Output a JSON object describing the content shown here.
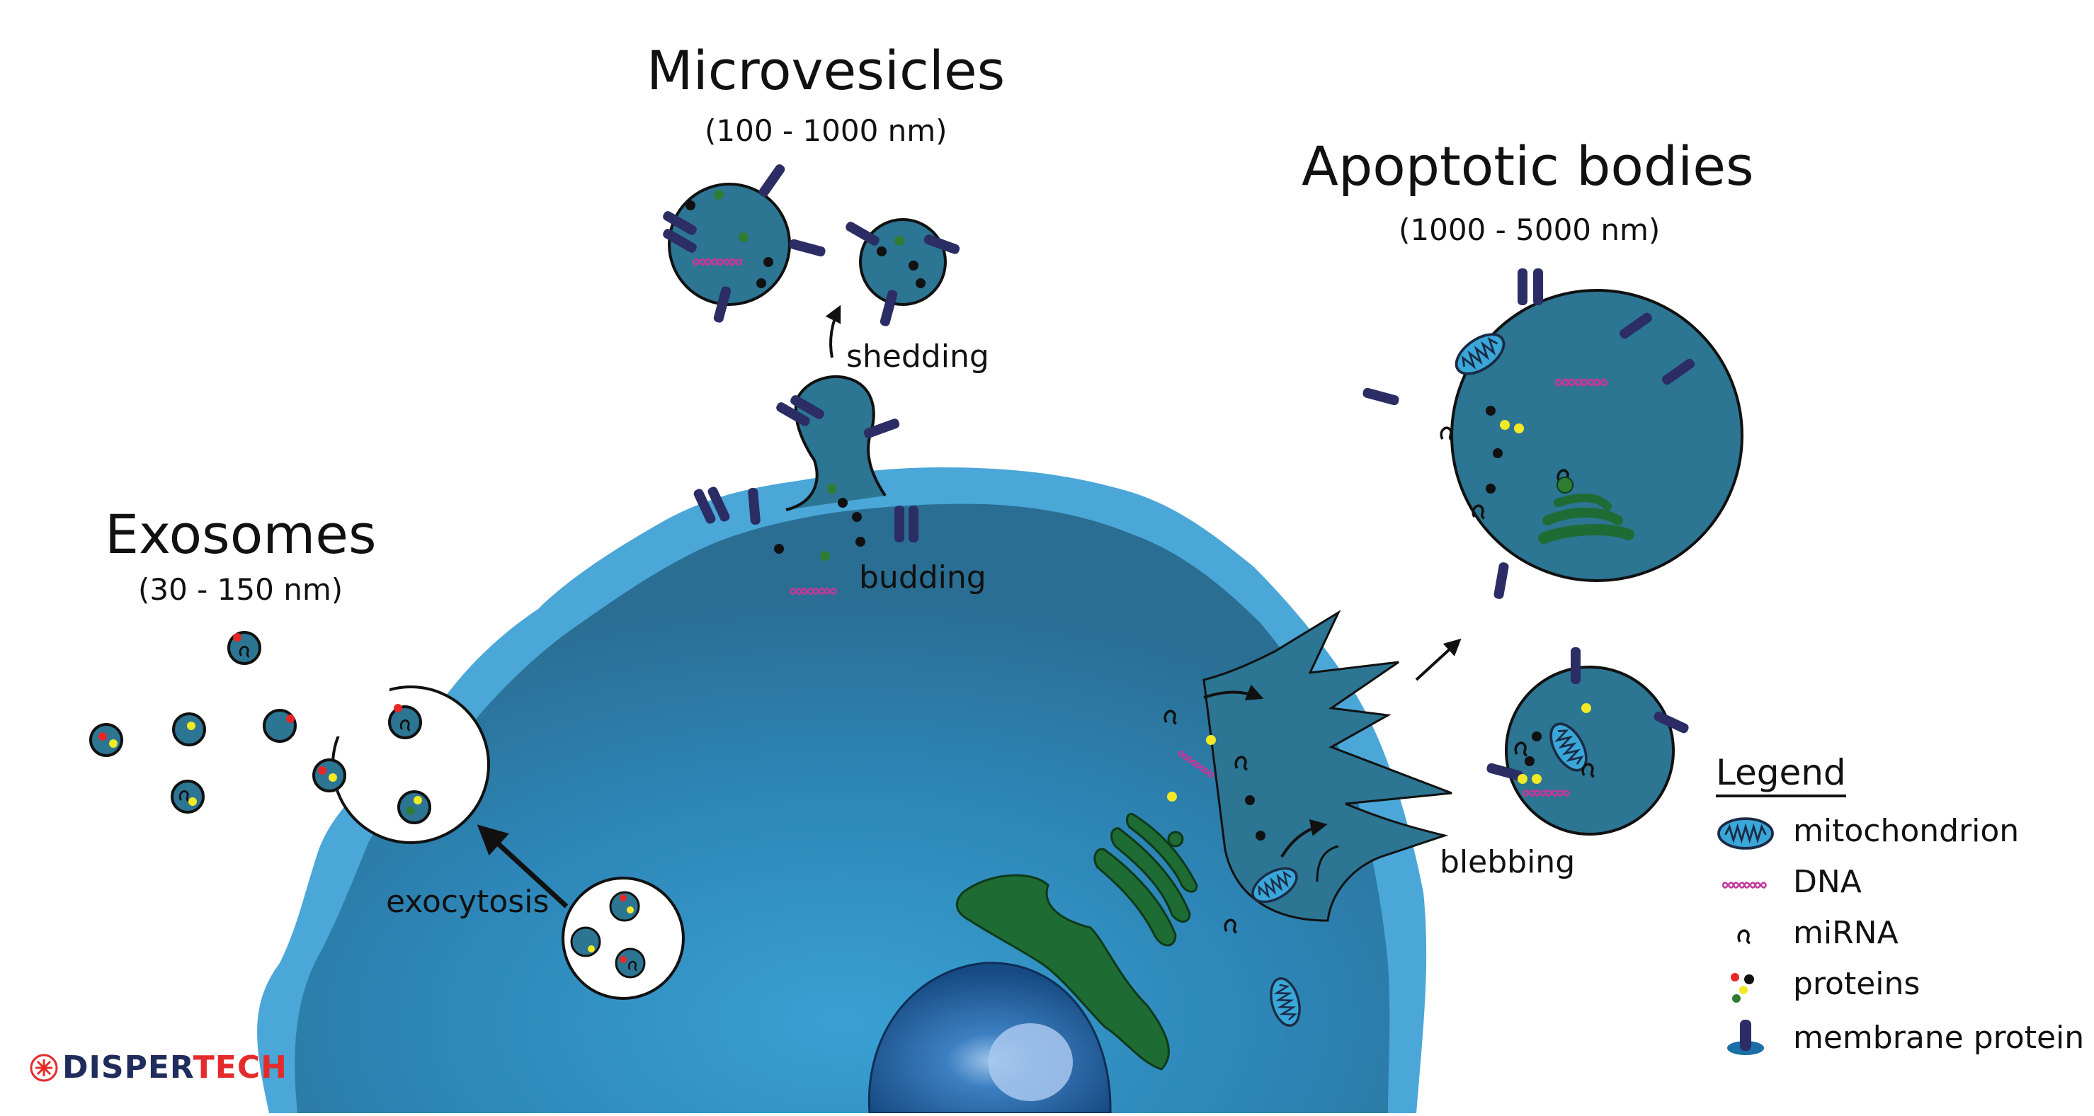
{
  "titles": {
    "microvesicles": "Microvesicles",
    "microvesicles_size": "(100 - 1000 nm)",
    "apoptotic": "Apoptotic bodies",
    "apoptotic_size": "(1000 - 5000 nm)",
    "exosomes": "Exosomes",
    "exosomes_size": "(30 - 150 nm)"
  },
  "process_labels": {
    "shedding": "shedding",
    "budding": "budding",
    "exocytosis": "exocytosis",
    "blebbing": "blebbing"
  },
  "legend": {
    "title": "Legend",
    "items": [
      "mitochondrion",
      "DNA",
      "miRNA",
      "proteins",
      "membrane protein"
    ]
  },
  "brand": {
    "prefix": "DISPER",
    "accent": "TECH"
  },
  "colors": {
    "cell_fill": "#2f86b8",
    "cell_edge": "#4aa7d7",
    "vesicle_fill": "#2c7593",
    "membrane_protein": "#2b2d64",
    "dna": "#c0399b",
    "golgi": "#1f6b34",
    "protein_red": "#e52727",
    "protein_yellow": "#f3e924",
    "protein_green": "#2e7d32",
    "mitochondrion": "#3aa7da",
    "nucleus": "#1f5f9f"
  }
}
